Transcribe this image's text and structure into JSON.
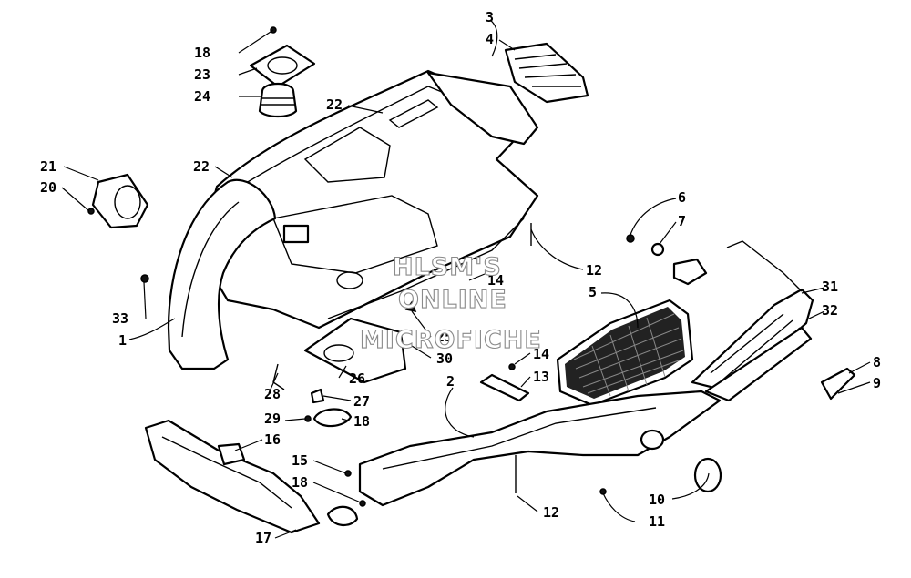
{
  "diagram": {
    "callouts": {
      "c18a": "18",
      "c23": "23",
      "c24": "24",
      "c22a": "22",
      "c3": "3",
      "c4": "4",
      "c21": "21",
      "c20": "20",
      "c22b": "22",
      "c6": "6",
      "c7": "7",
      "c12a": "12",
      "c14a": "14",
      "c33": "33",
      "c1": "1",
      "c5": "5",
      "c31": "31",
      "c32": "32",
      "c25": "25",
      "c30": "30",
      "c14b": "14",
      "c13": "13",
      "c8": "8",
      "c9": "9",
      "c26": "26",
      "c28": "28",
      "c27": "27",
      "c29": "29",
      "c18b": "18",
      "c2": "2",
      "c16a": "16",
      "c15": "15",
      "c18c": "18",
      "c10": "10",
      "c11": "11",
      "c12b": "12",
      "c17": "17"
    },
    "watermark": [
      "HLSM'S",
      "ONLINE",
      "MICROFICHE"
    ]
  }
}
